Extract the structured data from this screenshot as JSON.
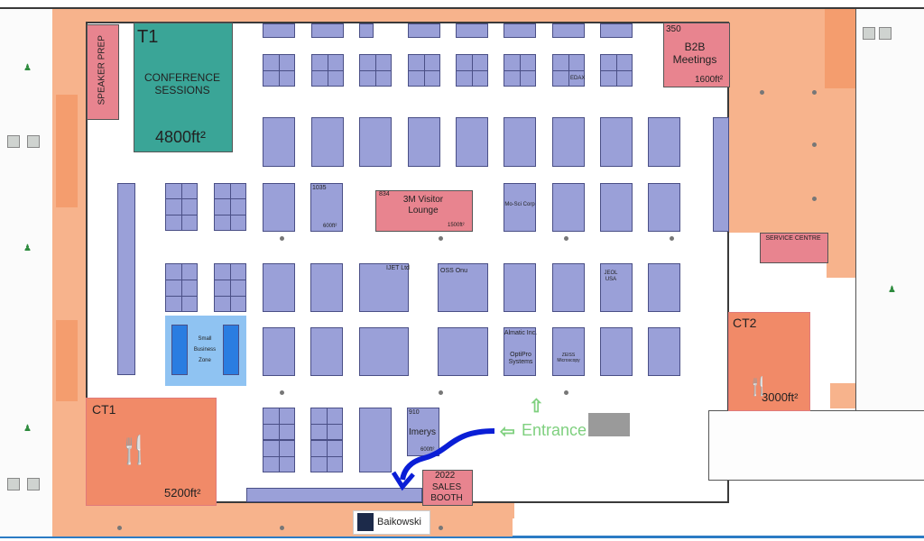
{
  "halls": {
    "t1": {
      "code": "T1",
      "name": "CONFERENCE SESSIONS",
      "area": "4800ft²"
    },
    "b2b": {
      "number": "350",
      "name": "B2B Meetings",
      "area": "1600ft²"
    },
    "speaker_prep": "SPEAKER PREP",
    "lounge": {
      "number": "834",
      "name": "3M Visitor Lounge",
      "area": "1500ft²"
    },
    "ct1": {
      "code": "CT1",
      "area": "5200ft²"
    },
    "ct2": {
      "code": "CT2",
      "area": "3000ft²"
    },
    "service_centre": "SERVICE CENTRE",
    "sales_booth": {
      "year": "2022",
      "label": "SALES BOOTH"
    },
    "small_business": "Small Business Zone"
  },
  "booths": {
    "b1035": {
      "number": "1035",
      "area": "600ft²"
    },
    "imerys": {
      "number": "910",
      "name": "Imerys",
      "area": "600ft²"
    },
    "ijet": "IJET Ltd",
    "oss": "OSS Onu",
    "almatic": "Almatic Inc.",
    "optipro": "OptiPro Systems",
    "zeiss": "ZEISS Microscopy",
    "jeol": "JEOL USA",
    "edax": "EDAX",
    "mosci": "Mo-Sci Corp"
  },
  "entrance": "Entrance",
  "sponsor": "Baikowski",
  "colors": {
    "booth": "#9aa0d8",
    "corridor": "#f7b38c",
    "hall": "#e8848f",
    "conference": "#3aa597",
    "route": "#0a1ed6",
    "entrance": "#7fd07f"
  }
}
